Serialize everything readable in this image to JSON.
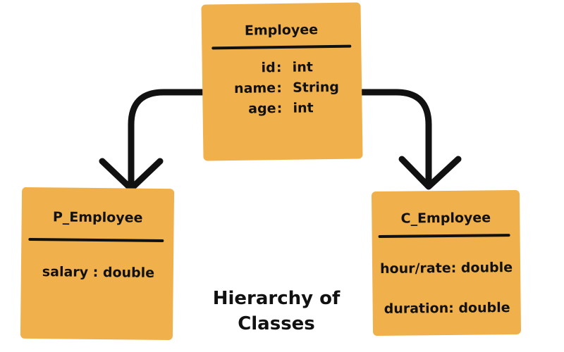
{
  "diagram": {
    "caption_line1": "Hierarchy of",
    "caption_line2": "Classes",
    "colors": {
      "card_fill": "#f0b04c",
      "ink": "#111111",
      "background": "#ffffff"
    },
    "classes": [
      {
        "name": "Employee",
        "attributes": [
          {
            "name": "id",
            "type": "int"
          },
          {
            "name": "name",
            "type": "String"
          },
          {
            "name": "age",
            "type": "int"
          }
        ]
      },
      {
        "name": "P_Employee",
        "attributes": [
          "salary : double"
        ],
        "parent": "Employee"
      },
      {
        "name": "C_Employee",
        "attributes": [
          "hour/rate: double",
          "duration: double"
        ],
        "parent": "Employee"
      }
    ]
  }
}
